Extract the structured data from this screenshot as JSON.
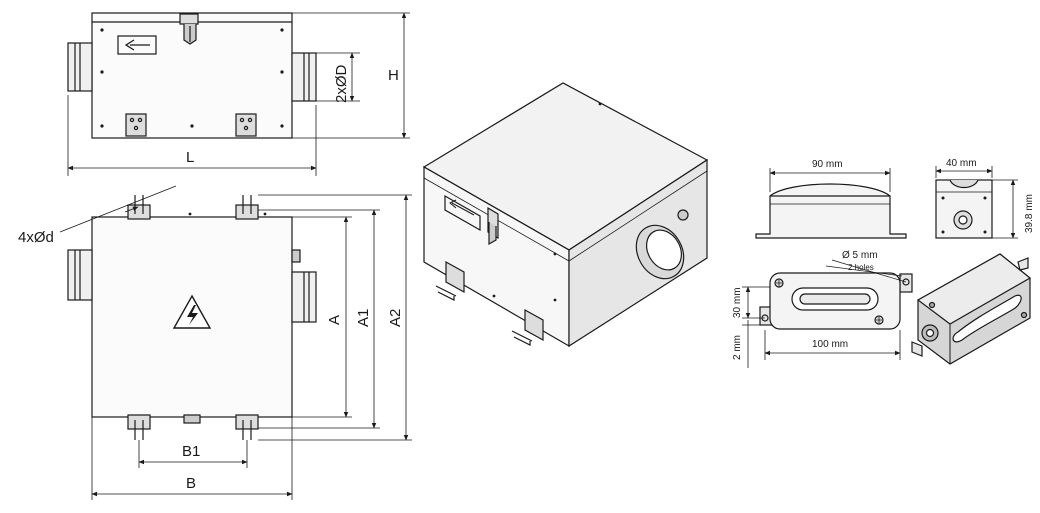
{
  "front_view": {
    "dims": {
      "L": "L",
      "H": "H",
      "diameter": "2xØD"
    }
  },
  "top_view": {
    "dims": {
      "holes": "4xØd",
      "A": "A",
      "A1": "A1",
      "A2": "A2",
      "B1": "B1",
      "B": "B"
    }
  },
  "control_box": {
    "width": "90 mm",
    "depth": "40 mm",
    "height": "39.8 mm",
    "hole_diameter": "Ø 5 mm",
    "hole_count": "2 holes",
    "length": "100 mm",
    "mount_height": "30 mm",
    "offset": "2 mm"
  },
  "colors": {
    "line": "#1a1a1a",
    "fill": "#f4f4f4",
    "shade": "#d6d6d6"
  }
}
